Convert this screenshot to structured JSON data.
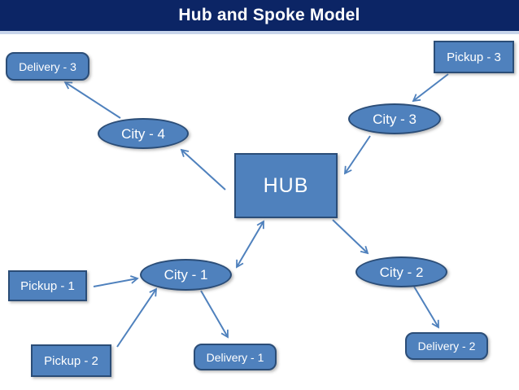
{
  "title": "Hub and Spoke Model",
  "colors": {
    "header_bg": "#0c2565",
    "header_underline": "#c8d5eb",
    "node_fill": "#4f81bd",
    "node_border": "#2b4d77",
    "arrow": "#4f81bd",
    "node_text": "#ffffff",
    "background": "#ffffff"
  },
  "nodes": {
    "hub": {
      "label": "HUB",
      "shape": "rectangle"
    },
    "city1": {
      "label": "City - 1",
      "shape": "ellipse"
    },
    "city2": {
      "label": "City - 2",
      "shape": "ellipse"
    },
    "city3": {
      "label": "City - 3",
      "shape": "ellipse"
    },
    "city4": {
      "label": "City - 4",
      "shape": "ellipse"
    },
    "pickup1": {
      "label": "Pickup - 1",
      "shape": "rectangle"
    },
    "pickup2": {
      "label": "Pickup - 2",
      "shape": "rectangle"
    },
    "pickup3": {
      "label": "Pickup - 3",
      "shape": "rectangle"
    },
    "delivery1": {
      "label": "Delivery - 1",
      "shape": "rounded-rectangle"
    },
    "delivery2": {
      "label": "Delivery - 2",
      "shape": "rounded-rectangle"
    },
    "delivery3": {
      "label": "Delivery - 3",
      "shape": "rounded-rectangle"
    }
  },
  "edges": [
    {
      "from": "hub",
      "to": "city4",
      "direction": "single"
    },
    {
      "from": "city4",
      "to": "delivery3",
      "direction": "single"
    },
    {
      "from": "pickup3",
      "to": "city3",
      "direction": "single"
    },
    {
      "from": "city3",
      "to": "hub",
      "direction": "single"
    },
    {
      "from": "hub",
      "to": "city1",
      "direction": "double"
    },
    {
      "from": "hub",
      "to": "city2",
      "direction": "single"
    },
    {
      "from": "pickup1",
      "to": "city1",
      "direction": "single"
    },
    {
      "from": "pickup2",
      "to": "city1",
      "direction": "single"
    },
    {
      "from": "city1",
      "to": "delivery1",
      "direction": "single"
    },
    {
      "from": "city2",
      "to": "delivery2",
      "direction": "single"
    }
  ]
}
